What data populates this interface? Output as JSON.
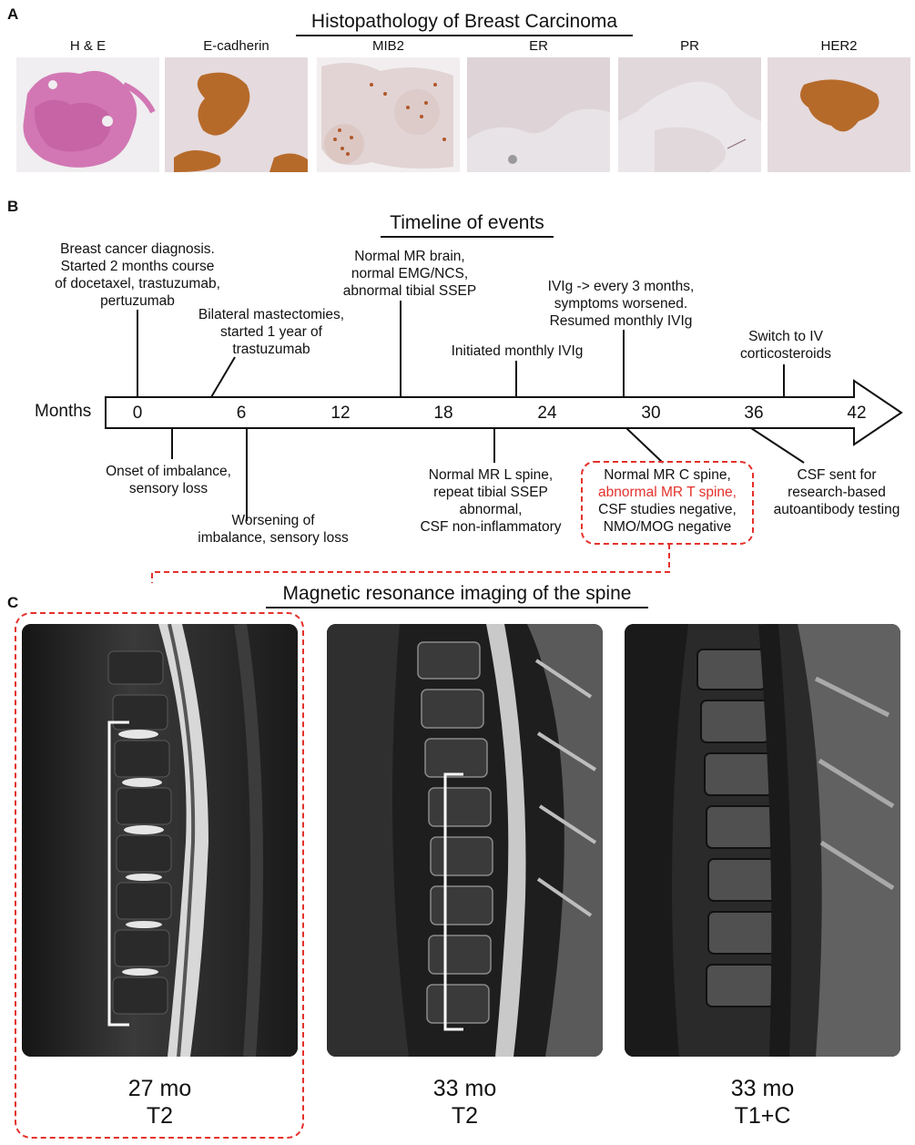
{
  "panel_a": {
    "letter": "A",
    "title": "Histopathology of Breast Carcinoma",
    "stains": [
      {
        "label": "H & E"
      },
      {
        "label": "E-cadherin"
      },
      {
        "label": "MIB2"
      },
      {
        "label": "ER"
      },
      {
        "label": "PR"
      },
      {
        "label": "HER2"
      }
    ]
  },
  "panel_b": {
    "letter": "B",
    "title": "Timeline of events",
    "axis_label": "Months",
    "ticks": [
      "0",
      "6",
      "12",
      "18",
      "24",
      "30",
      "36",
      "42"
    ],
    "events_above": [
      {
        "lines": [
          "Breast cancer diagnosis.",
          "Started 2 months course",
          "of docetaxel, trastuzumab,",
          "pertuzumab"
        ]
      },
      {
        "lines": [
          "Bilateral mastectomies,",
          "started 1 year of",
          "trastuzumab"
        ]
      },
      {
        "lines": [
          "Normal MR brain,",
          "normal EMG/NCS,",
          "abnormal tibial SSEP"
        ]
      },
      {
        "lines": [
          "Initiated monthly IVIg"
        ]
      },
      {
        "lines": [
          "IVIg -> every 3 months,",
          "symptoms worsened.",
          "Resumed monthly IVIg"
        ]
      },
      {
        "lines": [
          "Switch to IV",
          "corticosteroids"
        ]
      }
    ],
    "events_below": [
      {
        "lines": [
          "Onset of imbalance,",
          "sensory loss"
        ]
      },
      {
        "lines": [
          "Worsening of",
          "imbalance, sensory loss"
        ]
      },
      {
        "lines": [
          "Normal MR L spine,",
          "repeat tibial SSEP",
          "abnormal,",
          "CSF non-inflammatory"
        ]
      },
      {
        "lines": [
          "Normal MR C spine,",
          "abnormal MR T spine,",
          "CSF studies negative,",
          "NMO/MOG negative"
        ],
        "highlight_line": 1
      },
      {
        "lines": [
          "CSF sent for",
          "research-based",
          "autoantibody testing"
        ]
      }
    ],
    "highlight_color": "#e4312b"
  },
  "panel_c": {
    "letter": "C",
    "title": "Magnetic resonance imaging of the spine",
    "images": [
      {
        "time": "27 mo",
        "sequence": "T2"
      },
      {
        "time": "33 mo",
        "sequence": "T2"
      },
      {
        "time": "33 mo",
        "sequence": "T1+C"
      }
    ]
  },
  "colors": {
    "he_stain": "#d873b5",
    "dab_stain": "#b66a2a",
    "background_tissue": "#e6dde0",
    "highlight_dash": "#e4312b"
  }
}
